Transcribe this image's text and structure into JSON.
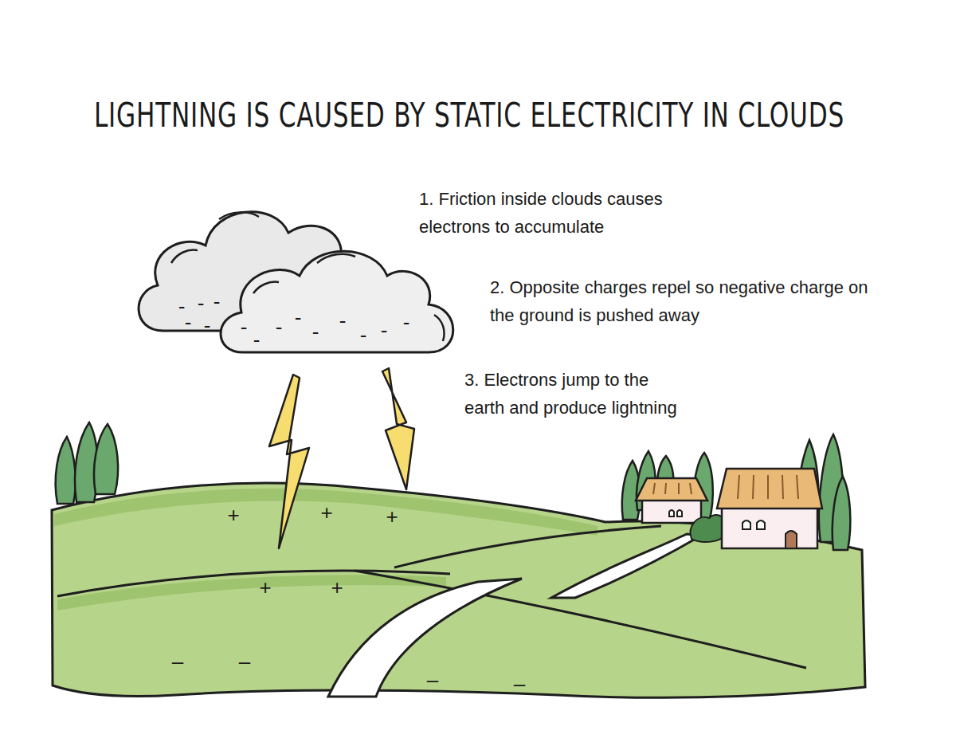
{
  "diagram": {
    "title": "LIGHTNING IS CAUSED BY STATIC ELECTRICITY IN CLOUDS",
    "labels": [
      "1. Friction inside clouds causes electrons to accumulate",
      "2. Opposite charges repel so negative charge on the ground is pushed away",
      "3. Electrons jump to the earth and produce lightning",
      "+",
      "+",
      "+",
      "+",
      "+",
      "–",
      "–",
      "–",
      "–",
      "-",
      "-",
      "-",
      "-",
      "-",
      "-",
      "-",
      "-",
      "-",
      "-",
      "-",
      "-",
      "-",
      "-"
    ]
  }
}
